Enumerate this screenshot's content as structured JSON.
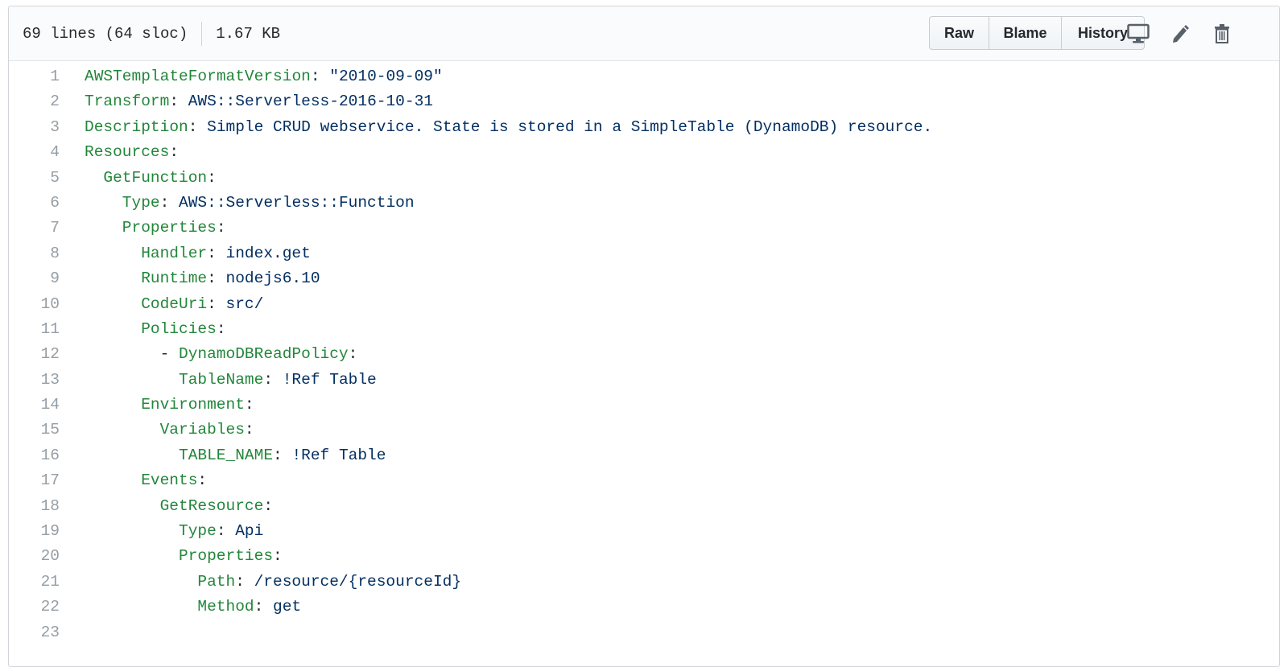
{
  "header": {
    "lines_info": "69 lines (64 sloc)",
    "size": "1.67 KB",
    "raw_label": "Raw",
    "blame_label": "Blame",
    "history_label": "History"
  },
  "icons": {
    "desktop": "desktop-icon",
    "edit": "pencil-icon",
    "delete": "trash-icon"
  },
  "colors": {
    "key": "#22863a",
    "value": "#032f62",
    "line_number": "#959da5"
  },
  "code_lines": [
    {
      "num": "1",
      "indent": 0,
      "dash": "",
      "key": "AWSTemplateFormatVersion",
      "value": "\"2010-09-09\""
    },
    {
      "num": "2",
      "indent": 0,
      "dash": "",
      "key": "Transform",
      "value": "AWS::Serverless-2016-10-31"
    },
    {
      "num": "3",
      "indent": 0,
      "dash": "",
      "key": "Description",
      "value": "Simple CRUD webservice. State is stored in a SimpleTable (DynamoDB) resource."
    },
    {
      "num": "4",
      "indent": 0,
      "dash": "",
      "key": "Resources",
      "value": ""
    },
    {
      "num": "5",
      "indent": 2,
      "dash": "",
      "key": "GetFunction",
      "value": ""
    },
    {
      "num": "6",
      "indent": 4,
      "dash": "",
      "key": "Type",
      "value": "AWS::Serverless::Function"
    },
    {
      "num": "7",
      "indent": 4,
      "dash": "",
      "key": "Properties",
      "value": ""
    },
    {
      "num": "8",
      "indent": 6,
      "dash": "",
      "key": "Handler",
      "value": "index.get"
    },
    {
      "num": "9",
      "indent": 6,
      "dash": "",
      "key": "Runtime",
      "value": "nodejs6.10"
    },
    {
      "num": "10",
      "indent": 6,
      "dash": "",
      "key": "CodeUri",
      "value": "src/"
    },
    {
      "num": "11",
      "indent": 6,
      "dash": "",
      "key": "Policies",
      "value": ""
    },
    {
      "num": "12",
      "indent": 8,
      "dash": "- ",
      "key": "DynamoDBReadPolicy",
      "value": ""
    },
    {
      "num": "13",
      "indent": 10,
      "dash": "",
      "key": "TableName",
      "value": "!Ref Table"
    },
    {
      "num": "14",
      "indent": 6,
      "dash": "",
      "key": "Environment",
      "value": ""
    },
    {
      "num": "15",
      "indent": 8,
      "dash": "",
      "key": "Variables",
      "value": ""
    },
    {
      "num": "16",
      "indent": 10,
      "dash": "",
      "key": "TABLE_NAME",
      "value": "!Ref Table"
    },
    {
      "num": "17",
      "indent": 6,
      "dash": "",
      "key": "Events",
      "value": ""
    },
    {
      "num": "18",
      "indent": 8,
      "dash": "",
      "key": "GetResource",
      "value": ""
    },
    {
      "num": "19",
      "indent": 10,
      "dash": "",
      "key": "Type",
      "value": "Api"
    },
    {
      "num": "20",
      "indent": 10,
      "dash": "",
      "key": "Properties",
      "value": ""
    },
    {
      "num": "21",
      "indent": 12,
      "dash": "",
      "key": "Path",
      "value": "/resource/{resourceId}"
    },
    {
      "num": "22",
      "indent": 12,
      "dash": "",
      "key": "Method",
      "value": "get"
    },
    {
      "num": "23",
      "indent": 0,
      "dash": "",
      "key": "",
      "value": ""
    }
  ]
}
